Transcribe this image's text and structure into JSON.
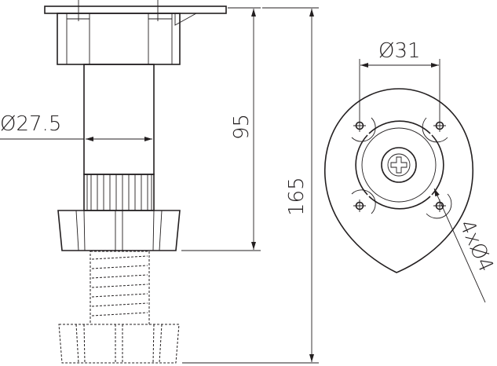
{
  "drawing": {
    "labels": {
      "diameter_tube": "Ø27.5",
      "height_fixed": "95",
      "height_total": "165",
      "diameter_holes_spacing": "Ø31",
      "holes": "4xØ4"
    },
    "line_color": "#231f20"
  }
}
